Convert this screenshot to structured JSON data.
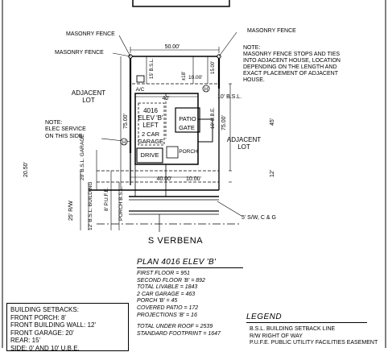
{
  "site_plan": {
    "callouts": {
      "masonry_fence_1": "MASONRY FENCE",
      "masonry_fence_2": "MASONRY FENCE",
      "masonry_fence_3": "MASONRY FENCE",
      "note_title": "NOTE:",
      "note_lines": [
        "MASONRY FENCE STOPS AND TIES",
        "INTO ADJACENT HOUSE, LOCATION",
        "DEPENDING ON THE LENGTH AND",
        "EXACT PLACEMENT OF ADJACENT",
        "HOUSE."
      ],
      "elec_note_lines": [
        "NOTE:",
        "ELEC SERVICE",
        "ON THIS SIDE"
      ],
      "sidewalk": "5' S/W, C & G"
    },
    "adjacent_left": [
      "ADJACENT",
      "LOT"
    ],
    "adjacent_right": [
      "ADJACENT",
      "LOT"
    ],
    "dimensions": {
      "rear_width": "50.00'",
      "rear_bsl": "15' B.S.L.",
      "rear_depth": "15.00'",
      "rear_18": "±18'",
      "rear_10": "10.00'",
      "house_width": "40'",
      "side_bsl": "10' B.S.L.",
      "lot_depth_left": "75.00'",
      "lot_depth_right": "75.00'",
      "patio_ube": "10' U.B.E.",
      "depth_45": "45'",
      "front_12": "12'",
      "side_20_50": "20.50'",
      "garage_bsl": "20' B.S.L. GARAGE",
      "front_width": "40.00'",
      "front_10": "10.00'",
      "row_25": "25' R/W",
      "bldg_bsl": "12' B.S.L. BUILDING",
      "porch_pufe": "8' P.U.F.E.",
      "porch_bsl": "PORCH B.S.L."
    },
    "house": {
      "plan_number": "4016",
      "elev": "ELEV 'B'",
      "side": "LEFT",
      "garage": [
        "2 CAR",
        "GARAGE"
      ],
      "patio": "PATIO",
      "gate": "GATE",
      "porch": "PORCH",
      "drive": "DRIVE",
      "ac": "A/C"
    },
    "markers": {
      "hose_bib": "H"
    },
    "street_name": "S   VERBENA"
  },
  "plan_summary": {
    "title": "PLAN 4016 ELEV 'B'",
    "group_1": [
      "FIRST FLOOR = 951",
      "SECOND FLOOR 'B' = 892",
      "TOTAL LIVABLE = 1843",
      "2 CAR GARAGE = 463",
      "PORCH 'B' = 45",
      "COVERED PATIO = 172",
      "PROJECTIONS 'B' = 16"
    ],
    "group_2": [
      "TOTAL UNDER ROOF = 2539",
      "STANDARD FOOTPRINT = 1647"
    ]
  },
  "setbacks": {
    "lines": [
      "BUILDING SETBACKS:",
      "FRONT PORCH: 8'",
      "FRONT BUILDING WALL: 12'",
      "FRONT GARAGE: 20'",
      "REAR: 15'",
      "SIDE: 0' AND 10' U.B.E."
    ]
  },
  "legend": {
    "title": "LEGEND",
    "items": [
      "B.S.L. BUILDING SETBACK LINE",
      "R/W  RIGHT OF WAY",
      "P.U.F.E. PUBLIC UTILITY FACILITIES EASEMENT"
    ]
  }
}
